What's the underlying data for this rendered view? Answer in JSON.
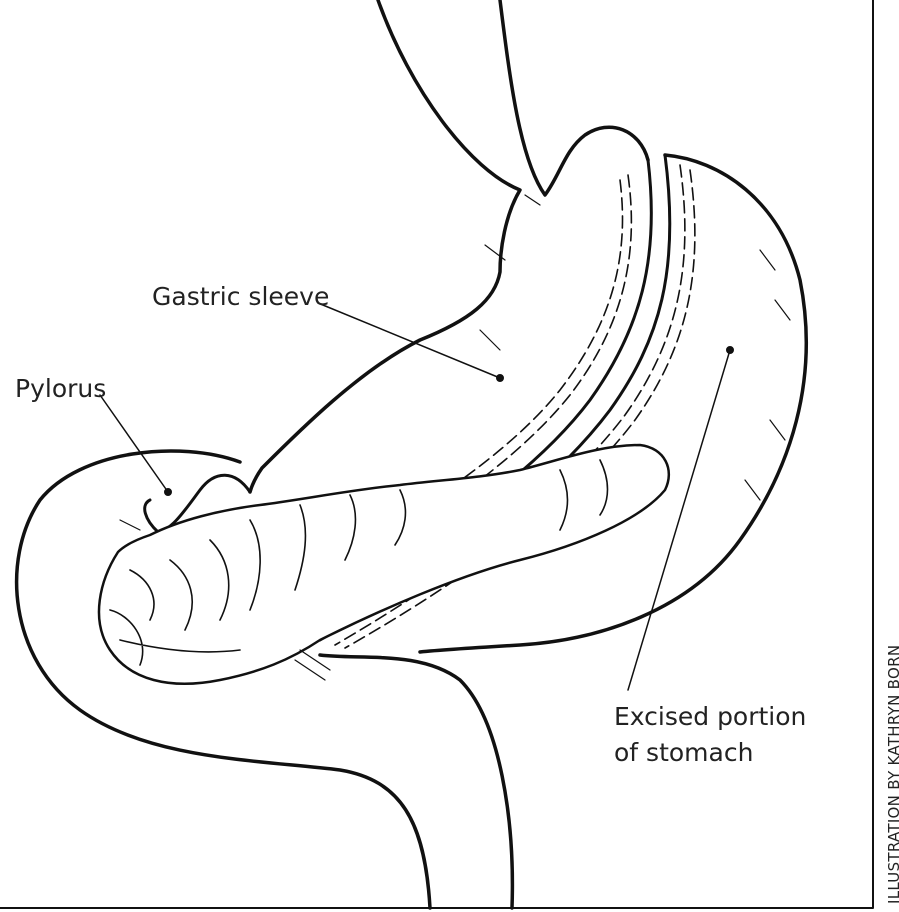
{
  "labels": {
    "gastric_sleeve": "Gastric sleeve",
    "pylorus": "Pylorus",
    "excised_line1": "Excised portion",
    "excised_line2": "of stomach"
  },
  "credit": "ILLUSTRATION BY KATHRYN BORN",
  "colors": {
    "line": "#111111",
    "background": "#ffffff"
  }
}
